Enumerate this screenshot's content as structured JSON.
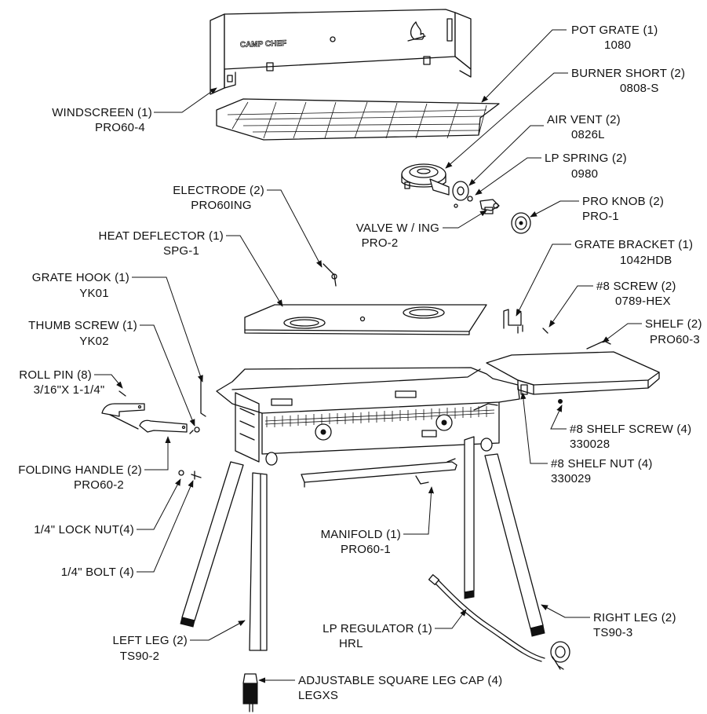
{
  "parts": [
    {
      "key": "windscreen",
      "name": "WINDSCREEN (1)",
      "code": "PRO60-4"
    },
    {
      "key": "pot-grate",
      "name": "POT GRATE (1)",
      "code": "1080"
    },
    {
      "key": "burner-short",
      "name": "BURNER SHORT (2)",
      "code": "0808-S"
    },
    {
      "key": "air-vent",
      "name": "AIR VENT (2)",
      "code": "0826L"
    },
    {
      "key": "lp-spring",
      "name": "LP SPRING (2)",
      "code": "0980"
    },
    {
      "key": "pro-knob",
      "name": "PRO KNOB (2)",
      "code": "PRO-1"
    },
    {
      "key": "valve-w-ing",
      "name": "VALVE W / ING",
      "code": "PRO-2"
    },
    {
      "key": "electrode",
      "name": "ELECTRODE (2)",
      "code": "PRO60ING"
    },
    {
      "key": "heat-deflector",
      "name": "HEAT DEFLECTOR (1)",
      "code": "SPG-1"
    },
    {
      "key": "grate-bracket",
      "name": "GRATE BRACKET (1)",
      "code": "1042HDB"
    },
    {
      "key": "screw-8",
      "name": "#8 SCREW (2)",
      "code": "0789-HEX"
    },
    {
      "key": "grate-hook",
      "name": "GRATE HOOK (1)",
      "code": "YK01"
    },
    {
      "key": "shelf",
      "name": "SHELF (2)",
      "code": "PRO60-3"
    },
    {
      "key": "thumb-screw",
      "name": "THUMB SCREW (1)",
      "code": "YK02"
    },
    {
      "key": "roll-pin",
      "name": "ROLL PIN (8)",
      "code": "3/16\"X 1-1/4\""
    },
    {
      "key": "shelf-screw",
      "name": "#8 SHELF SCREW (4)",
      "code": "330028"
    },
    {
      "key": "folding-handle",
      "name": "FOLDING HANDLE (2)",
      "code": "PRO60-2"
    },
    {
      "key": "shelf-nut",
      "name": "#8 SHELF NUT (4)",
      "code": "330029"
    },
    {
      "key": "lock-nut",
      "name": "1/4\" LOCK NUT(4)",
      "code": ""
    },
    {
      "key": "manifold",
      "name": "MANIFOLD (1)",
      "code": "PRO60-1"
    },
    {
      "key": "bolt",
      "name": "1/4\" BOLT (4)",
      "code": ""
    },
    {
      "key": "right-leg",
      "name": "RIGHT LEG (2)",
      "code": "TS90-3"
    },
    {
      "key": "lp-regulator",
      "name": "LP REGULATOR (1)",
      "code": "HRL"
    },
    {
      "key": "left-leg",
      "name": "LEFT LEG (2)",
      "code": "TS90-2"
    },
    {
      "key": "leg-cap",
      "name": "ADJUSTABLE SQUARE LEG CAP (4)",
      "code": "LEGXS"
    }
  ],
  "logo": {
    "text": "CAMP CHEF"
  },
  "icons": {
    "brand": "flame-logo-icon"
  }
}
